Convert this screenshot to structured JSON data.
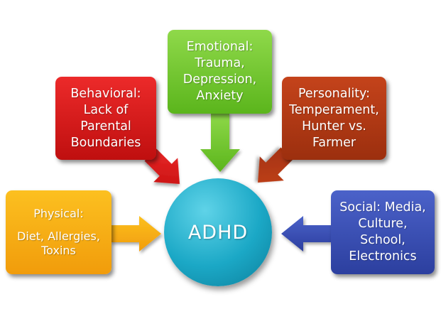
{
  "center": {
    "label": "ADHD"
  },
  "boxes": {
    "emotional": {
      "lines": [
        "Emotional:",
        "Trauma,",
        "Depression,",
        "Anxiety"
      ],
      "color": "#6cc22b"
    },
    "behavioral": {
      "lines": [
        "Behavioral:",
        "Lack of",
        "Parental",
        "Boundaries"
      ],
      "color": "#d91c1c"
    },
    "personality": {
      "lines": [
        "Personality:",
        "Temperament,",
        "Hunter vs.",
        "Farmer"
      ],
      "color": "#b23914"
    },
    "physical": {
      "lines": [
        "Physical:",
        "Diet, Allergies,",
        "Toxins"
      ],
      "color": "#f7ae14"
    },
    "social": {
      "lines": [
        "Social: Media,",
        "Culture,",
        "School,",
        "Electronics"
      ],
      "color": "#3a50b4"
    }
  },
  "circle_color": "#1ba8c6"
}
